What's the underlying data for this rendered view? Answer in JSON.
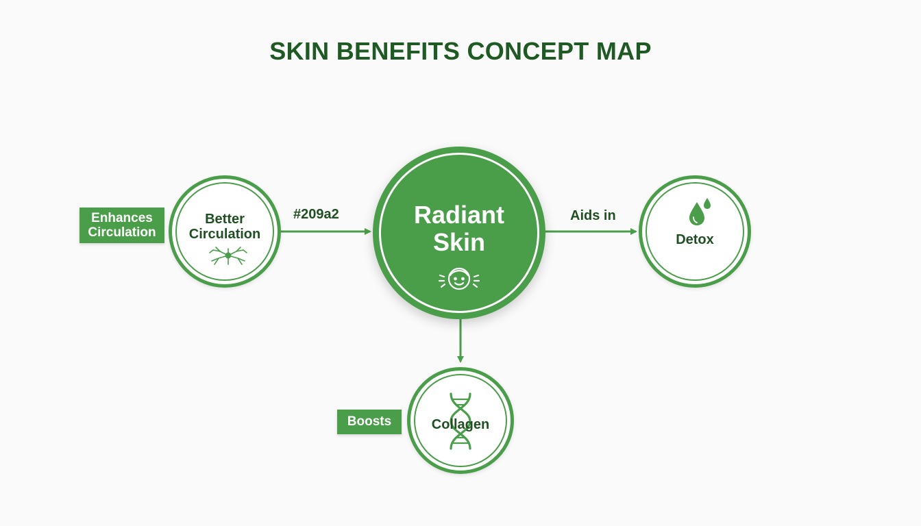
{
  "title": "SKIN BENEFITS CONCEPT MAP",
  "colors": {
    "primary_green": "#4a9d49",
    "dark_green_text": "#1f5a24",
    "background": "#fafafa"
  },
  "nodes": {
    "center": {
      "label": "Radiant\nSkin",
      "icon": "glowing-face-icon"
    },
    "left": {
      "label": "Better\nCirculation",
      "icon": "blood-vessel-icon"
    },
    "right": {
      "label": "Detox",
      "icon": "water-drops-icon"
    },
    "bottom": {
      "label": "Collagen",
      "icon": "dna-helix-icon"
    }
  },
  "tags": {
    "enhances": "Enhances\nCirculation",
    "boosts": "Boosts"
  },
  "edge_labels": {
    "left_to_center": "#209a2",
    "center_to_right": "Aids in"
  }
}
